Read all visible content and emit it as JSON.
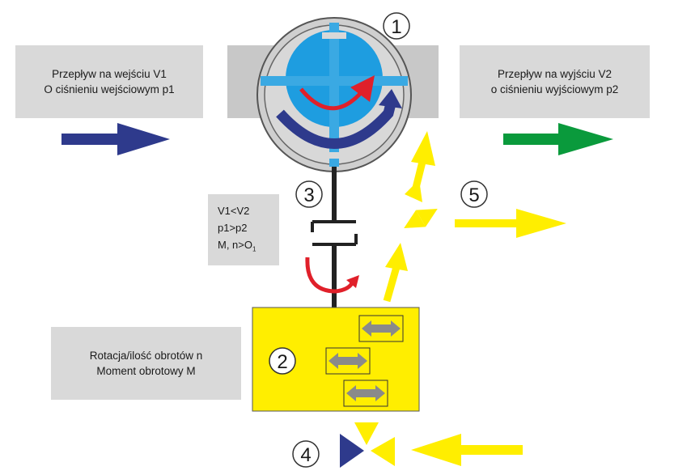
{
  "inlet": {
    "line1": "Przepływ na wejściu V1",
    "line2": "O ciśnieniu wejściowym p1"
  },
  "outlet": {
    "line1": "Przepływ na wyjściu V2",
    "line2": "o ciśnieniu wyjściowym p2"
  },
  "output": {
    "line1": "Rotacja/ilość obrotów n",
    "line2": "Moment obrotowy M"
  },
  "conditions": {
    "line1": "V1<V2",
    "line2": "p1>p2",
    "line3_prefix": "M, n>O",
    "line3_sub": "1"
  },
  "labels": [
    "1",
    "2",
    "3",
    "4",
    "5"
  ],
  "colors": {
    "blue_arrow": "#2e3a8c",
    "green_arrow": "#0a9a3c",
    "yellow": "#ffee00",
    "turbine_blue": "#1e9de0",
    "red": "#e0202a"
  }
}
